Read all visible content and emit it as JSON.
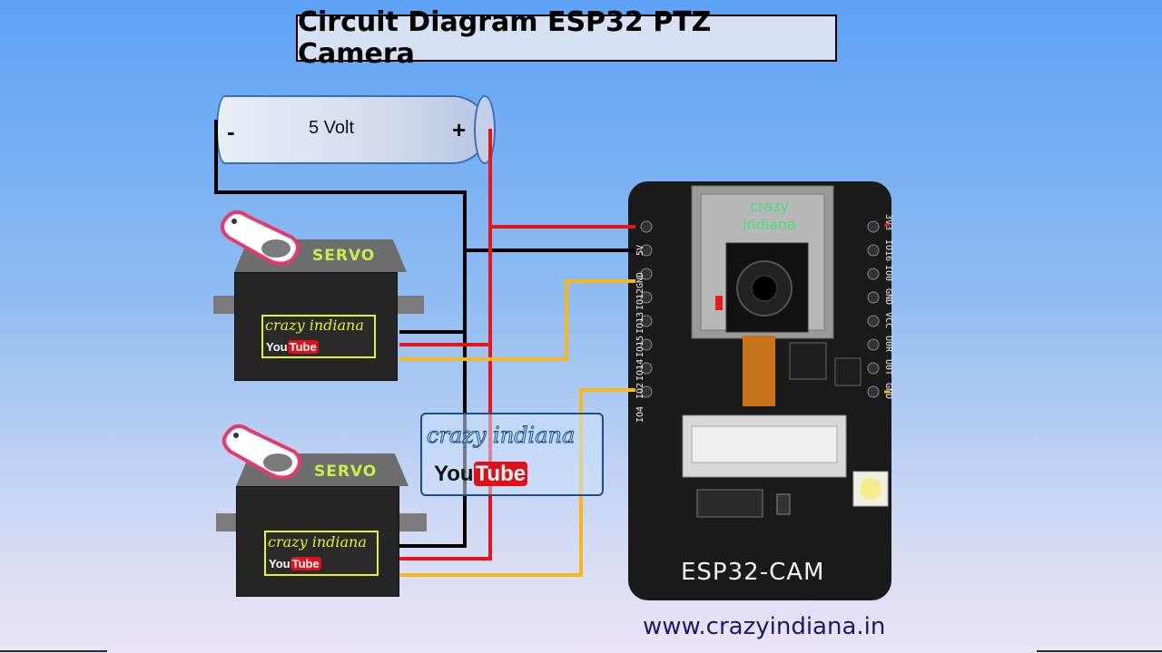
{
  "title": "Circuit Diagram ESP32 PTZ Camera",
  "battery": {
    "label": "5 Volt",
    "minus": "-",
    "plus": "+"
  },
  "servo1": {
    "label": "SERVO",
    "brand": "crazy indiana",
    "yt_you": "You",
    "yt_tube": "Tube"
  },
  "servo2": {
    "label": "SERVO",
    "brand": "crazy indiana",
    "yt_you": "You",
    "yt_tube": "Tube"
  },
  "board": {
    "label": "ESP32-CAM",
    "left_pins": [
      "5V",
      "GND",
      "IO12",
      "IO13",
      "IO15",
      "IO14",
      "IO2",
      "IO4"
    ],
    "right_pins": [
      "3V3",
      "IO16",
      "IO0",
      "GND",
      "VCC",
      "U0R",
      "U0T",
      "GND"
    ],
    "watermark": [
      "crazy",
      "indiana"
    ]
  },
  "watermark_center": {
    "name": "crazy indiana",
    "yt_you": "You",
    "yt_tube": "Tube"
  },
  "website": "www.crazyindiana.in",
  "colors": {
    "power": "#e8141a",
    "ground": "#000000",
    "signal": "#f5b820",
    "title_bg": "#d6e1f3"
  }
}
